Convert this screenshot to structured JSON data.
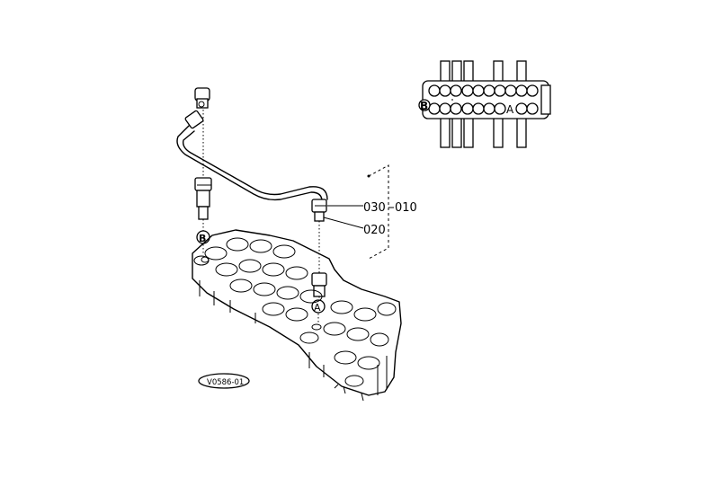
{
  "callouts": {
    "ref_030": "030",
    "ref_010": "010",
    "ref_020": "020"
  },
  "markers": {
    "a": "A",
    "b": "B"
  },
  "inset": {
    "label_a": "A",
    "label_b": "B"
  },
  "drawing_code": "V0586-01"
}
